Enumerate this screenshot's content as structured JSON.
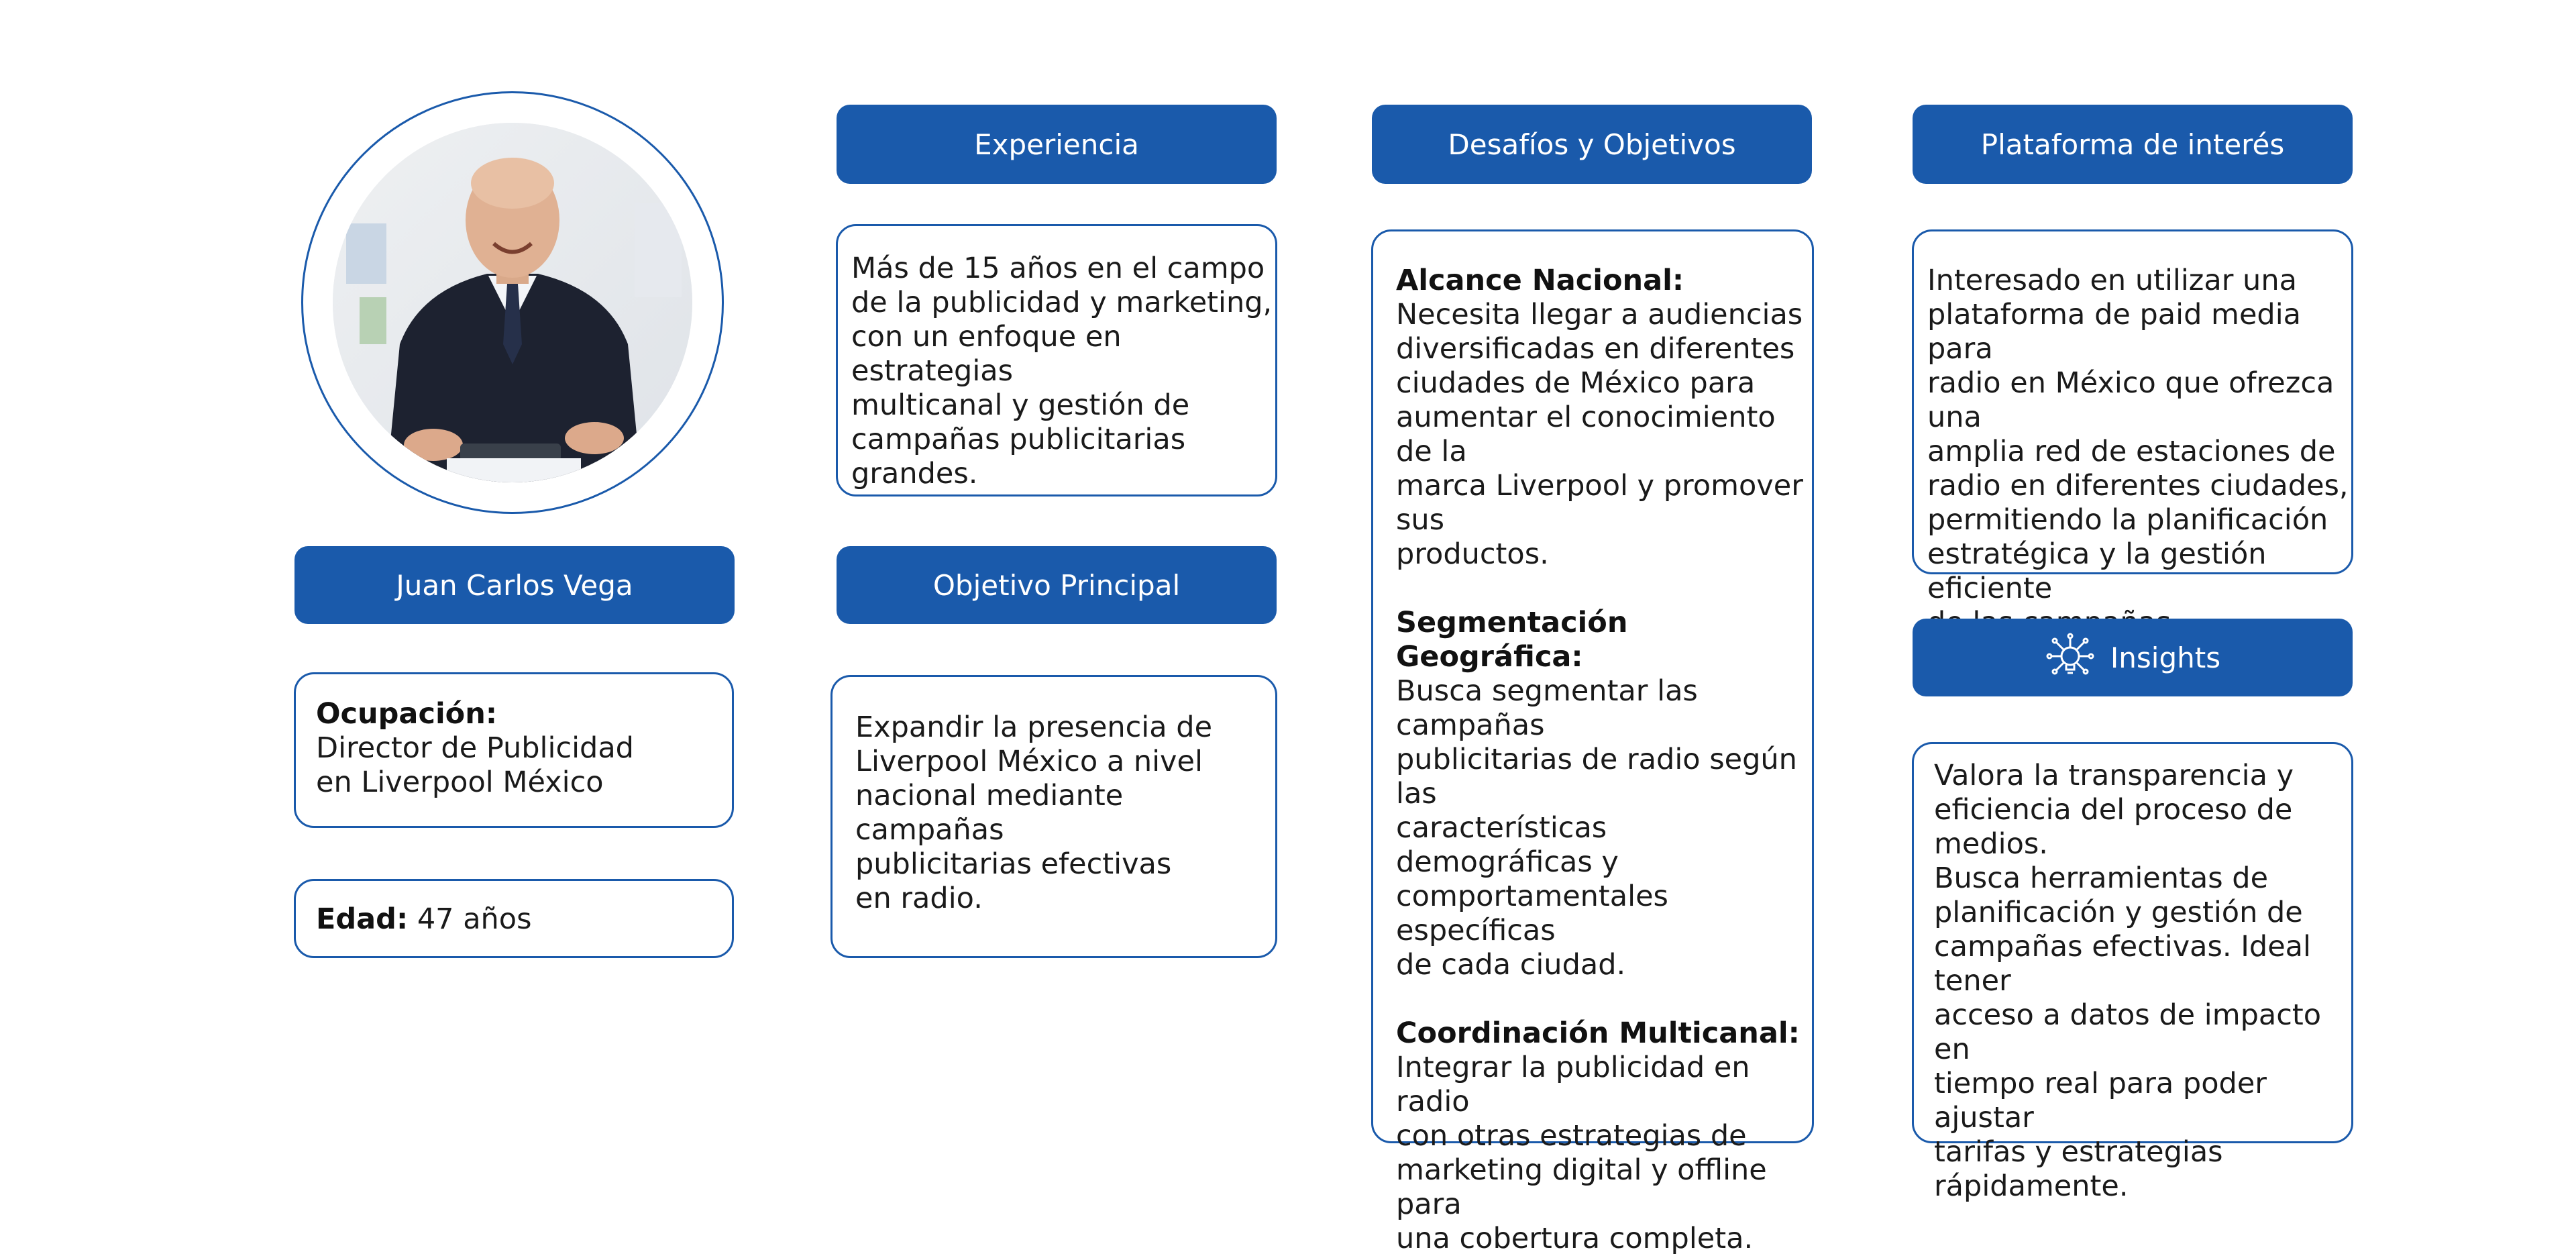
{
  "profile": {
    "name": "Juan Carlos Vega",
    "occupation_label": "Ocupación:",
    "occupation_lines": [
      "Director de Publicidad",
      "en Liverpool México"
    ],
    "age_label": "Edad:",
    "age_value": " 47 años"
  },
  "experience": {
    "title": "Experiencia",
    "lines": [
      "Más de 15 años en el campo",
      "de la publicidad y marketing,",
      "con un enfoque en estrategias",
      "multicanal y gestión de",
      "campañas publicitarias grandes."
    ]
  },
  "main_objective": {
    "title": "Objetivo Principal",
    "lines": [
      "Expandir la presencia de",
      "Liverpool México a nivel",
      "nacional mediante campañas",
      "publicitarias efectivas",
      "en radio."
    ]
  },
  "challenges": {
    "title": "Desafíos y Objetivos",
    "sections": [
      {
        "heading": "Alcance Nacional:",
        "lines": [
          "Necesita llegar a audiencias",
          "diversificadas en diferentes",
          "ciudades de México para",
          "aumentar el conocimiento de la",
          "marca Liverpool y promover sus",
          "productos."
        ]
      },
      {
        "heading": "Segmentación Geográfica:",
        "lines": [
          "Busca segmentar las campañas",
          "publicitarias de radio según las",
          "características demográficas y",
          "comportamentales específicas",
          "de cada ciudad."
        ]
      },
      {
        "heading": "Coordinación Multicanal:",
        "lines": [
          "Integrar la publicidad en radio",
          "con otras estrategias de",
          "marketing digital y offline para",
          "una cobertura completa."
        ]
      }
    ]
  },
  "platform": {
    "title": "Plataforma de interés",
    "lines": [
      "Interesado en utilizar una",
      "plataforma de paid media para",
      "radio en México que ofrezca una",
      "amplia red de estaciones de",
      "radio en diferentes ciudades,",
      "permitiendo la planificación",
      "estratégica y la gestión eficiente",
      "de las campañas publicitarias."
    ]
  },
  "insights": {
    "title": "Insights",
    "icon": "network-bulb-icon",
    "lines": [
      "Valora la transparencia y",
      "eficiencia del proceso de",
      "medios.",
      "Busca herramientas de",
      "planificación y gestión de",
      "campañas efectivas. Ideal tener",
      "acceso a datos de impacto en",
      "tiempo real para poder ajustar",
      "tarifas y estrategias",
      "rápidamente."
    ]
  },
  "colors": {
    "accent": "#1a5aab",
    "text": "#1a1a1a",
    "background": "#ffffff"
  }
}
